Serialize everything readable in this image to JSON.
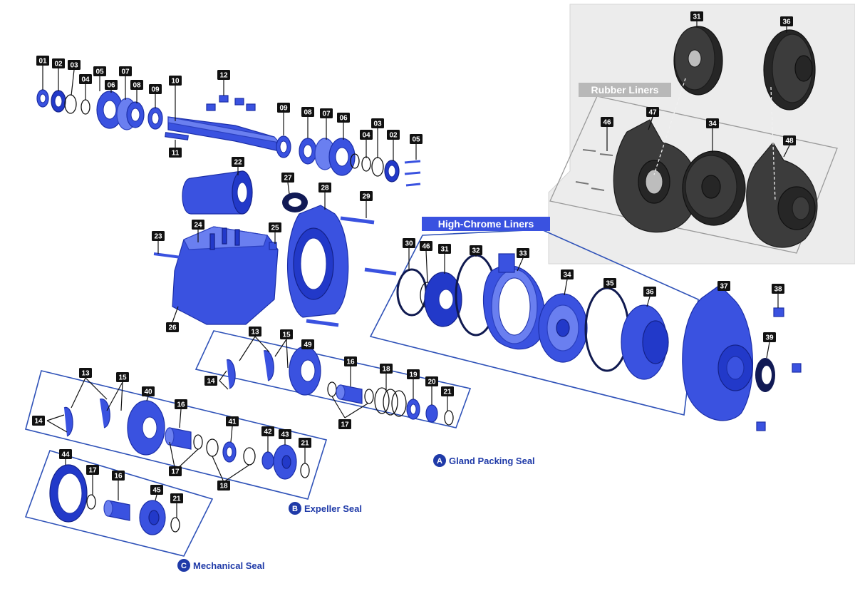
{
  "panel_titles": {
    "rubber": "Rubber Liners",
    "high_chrome": "High-Chrome Liners"
  },
  "seal_sections": [
    {
      "letter": "A",
      "label": "Gland Packing Seal"
    },
    {
      "letter": "B",
      "label": "Expeller Seal"
    },
    {
      "letter": "C",
      "label": "Mechanical Seal"
    }
  ],
  "part_numbers": [
    "01",
    "02",
    "03",
    "04",
    "05",
    "06",
    "07",
    "08",
    "09",
    "10",
    "11",
    "12",
    "09",
    "08",
    "07",
    "06",
    "03",
    "04",
    "02",
    "05",
    "22",
    "27",
    "28",
    "29",
    "23",
    "24",
    "25",
    "26",
    "30",
    "46",
    "31",
    "32",
    "33",
    "34",
    "35",
    "36",
    "37",
    "38",
    "39",
    "13",
    "15",
    "14",
    "49",
    "16",
    "18",
    "19",
    "20",
    "21",
    "17",
    "13",
    "15",
    "14",
    "40",
    "16",
    "41",
    "42",
    "43",
    "21",
    "17",
    "18",
    "44",
    "17",
    "16",
    "45",
    "21",
    "31",
    "36",
    "46",
    "47",
    "34",
    "48"
  ],
  "colors": {
    "part_blue": "#3a52e0",
    "rubber_grey": "#3c3c3c",
    "label_bg": "#111111",
    "section_badge": "#1f3aa8",
    "rubber_panel_bg": "#e9e9e9"
  }
}
